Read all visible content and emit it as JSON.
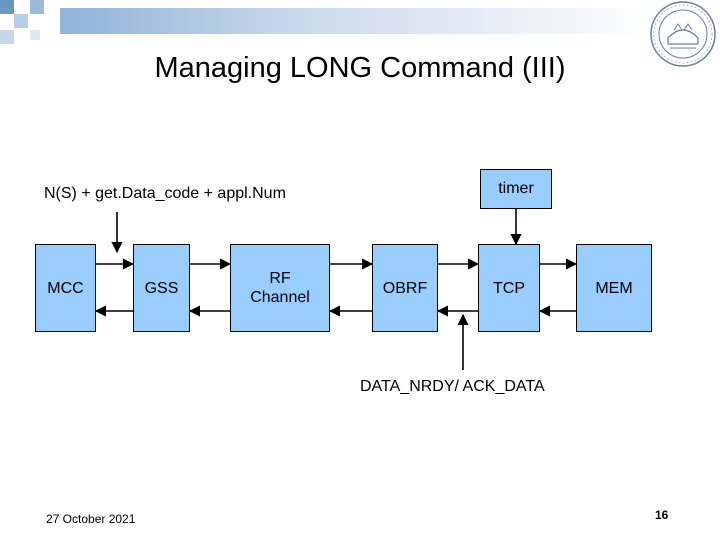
{
  "slide": {
    "title": "Managing LONG Command (III)",
    "input_label": "N(S) + get.Data_code + appl.Num",
    "timer_label": "timer",
    "bottom_label": "DATA_NRDY/ ACK_DATA",
    "date": "27 October 2021",
    "page_number": "16"
  },
  "blocks": [
    {
      "label": "MCC"
    },
    {
      "label": "GSS"
    },
    {
      "label": "RF Channel"
    },
    {
      "label": "OBRF"
    },
    {
      "label": "TCP"
    },
    {
      "label": "MEM"
    }
  ],
  "colors": {
    "box_fill": "#99ccff",
    "border": "#000000",
    "header_accent": "#8fb3d9"
  }
}
